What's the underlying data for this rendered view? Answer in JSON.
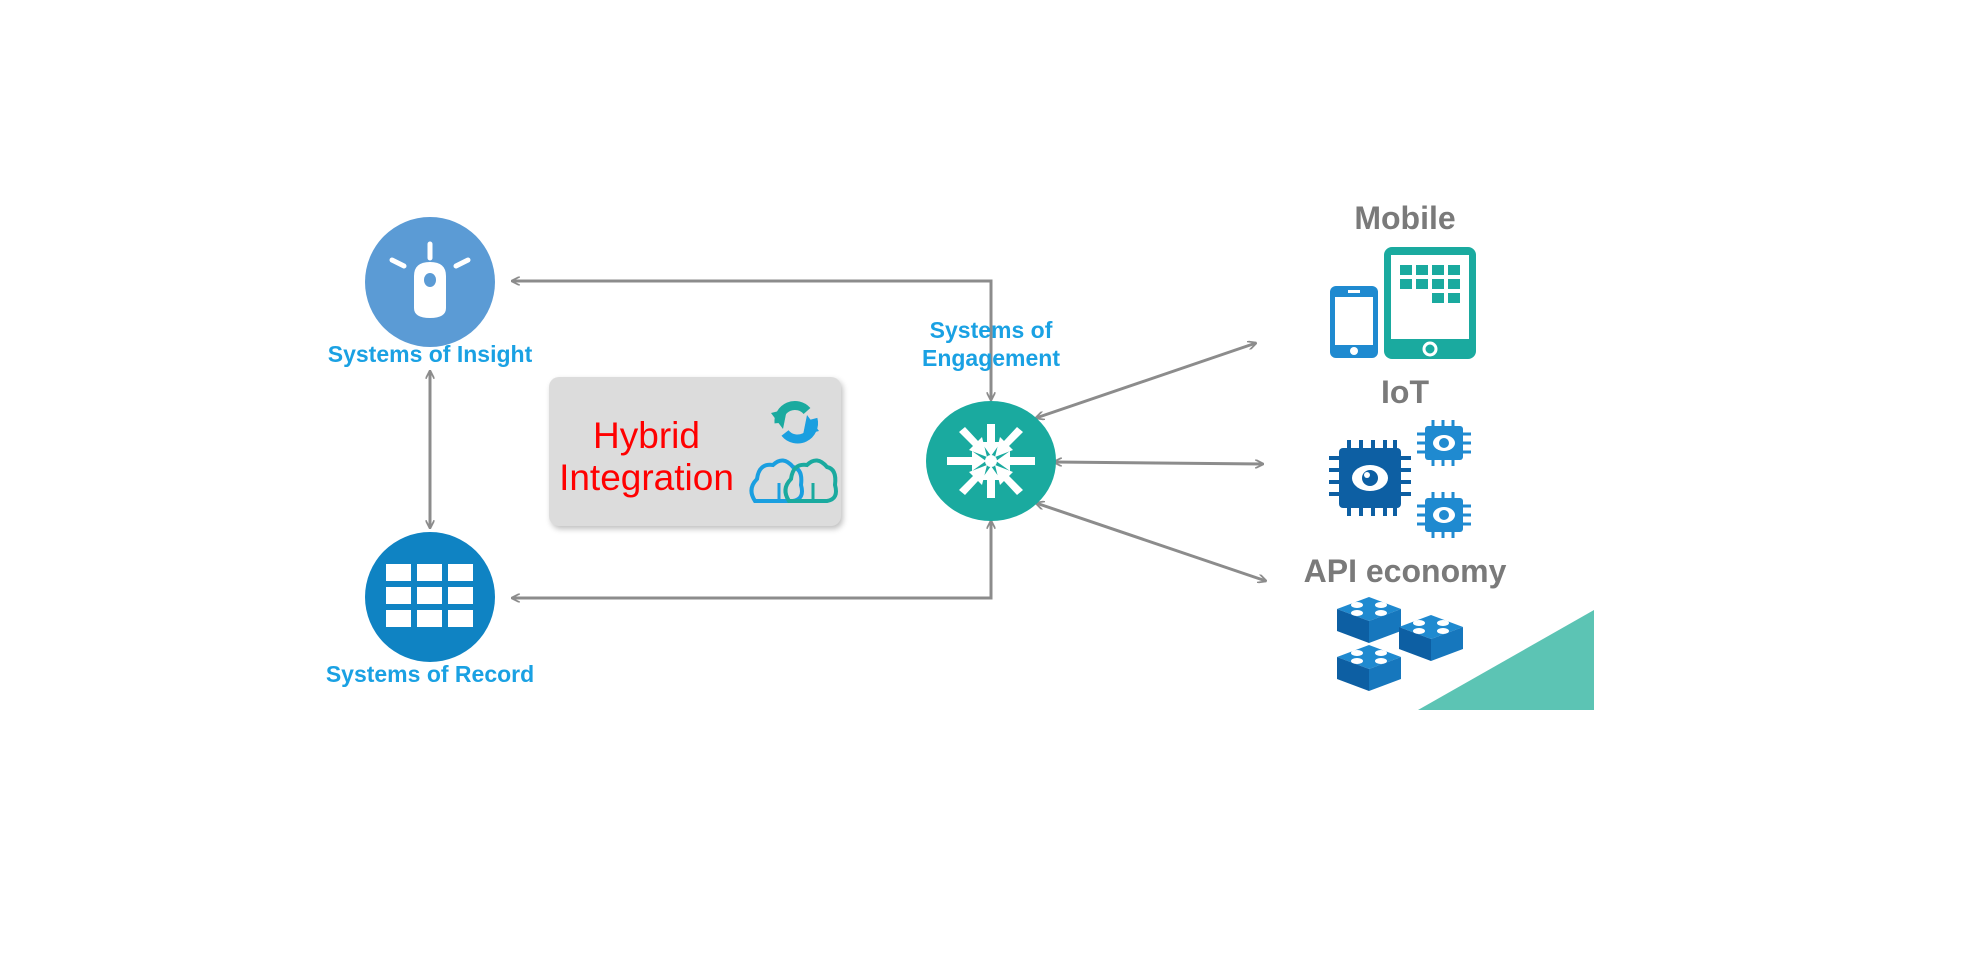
{
  "nodes": {
    "insight": {
      "label": "Systems of Insight",
      "icon": "lightbulb-icon",
      "color": "#5b9bd5"
    },
    "record": {
      "label": "Systems of Record",
      "icon": "grid-table-icon",
      "color": "#0f83c3"
    },
    "engagement": {
      "label_line1": "Systems of",
      "label_line2": "Engagement",
      "icon": "converging-arrows-icon",
      "color": "#1aaa9f"
    }
  },
  "hybrid": {
    "line1": "Hybrid",
    "line2": "Integration",
    "icon": "sync-cloud-icon"
  },
  "channels": {
    "mobile": {
      "label": "Mobile",
      "icon": "mobile-devices-icon"
    },
    "iot": {
      "label": "IoT",
      "icon": "chip-sensor-icon"
    },
    "api": {
      "label": "API economy",
      "icon": "building-blocks-icon"
    }
  },
  "colors": {
    "label_blue": "#1aa1e3",
    "label_gray": "#7a7a7a",
    "arrow": "#8c8c8c",
    "teal": "#1aaa9f",
    "corner": "#5cc4b4",
    "hybrid_text": "#ff0000"
  }
}
